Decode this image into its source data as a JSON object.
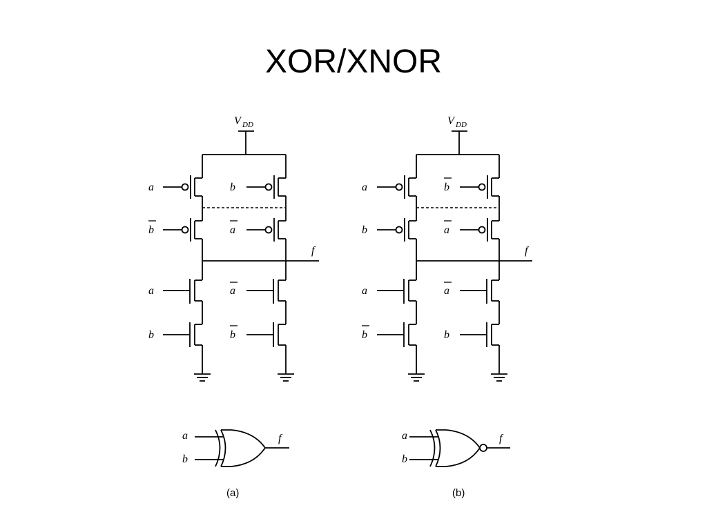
{
  "slide": {
    "title": "XOR/XNOR"
  },
  "circuit_a": {
    "vdd_label": "V",
    "vdd_subscript": "DD",
    "output_label": "f",
    "pmos_inputs": [
      "a",
      "b",
      "b",
      "a"
    ],
    "pmos_bars": [
      false,
      false,
      true,
      true
    ],
    "nmos_inputs": [
      "a",
      "a",
      "b",
      "b"
    ],
    "nmos_bars": [
      false,
      true,
      false,
      true
    ]
  },
  "circuit_b": {
    "vdd_label": "V",
    "vdd_subscript": "DD",
    "output_label": "f",
    "pmos_inputs": [
      "a",
      "b",
      "b",
      "a"
    ],
    "pmos_bars": [
      false,
      true,
      false,
      true
    ],
    "nmos_inputs": [
      "a",
      "a",
      "b",
      "b"
    ],
    "nmos_bars": [
      false,
      true,
      true,
      false
    ]
  },
  "gate_a": {
    "input1": "a",
    "input2": "b",
    "output": "f",
    "caption": "(a)"
  },
  "gate_b": {
    "input1": "a",
    "input2": "b",
    "output": "f",
    "caption": "(b)"
  }
}
